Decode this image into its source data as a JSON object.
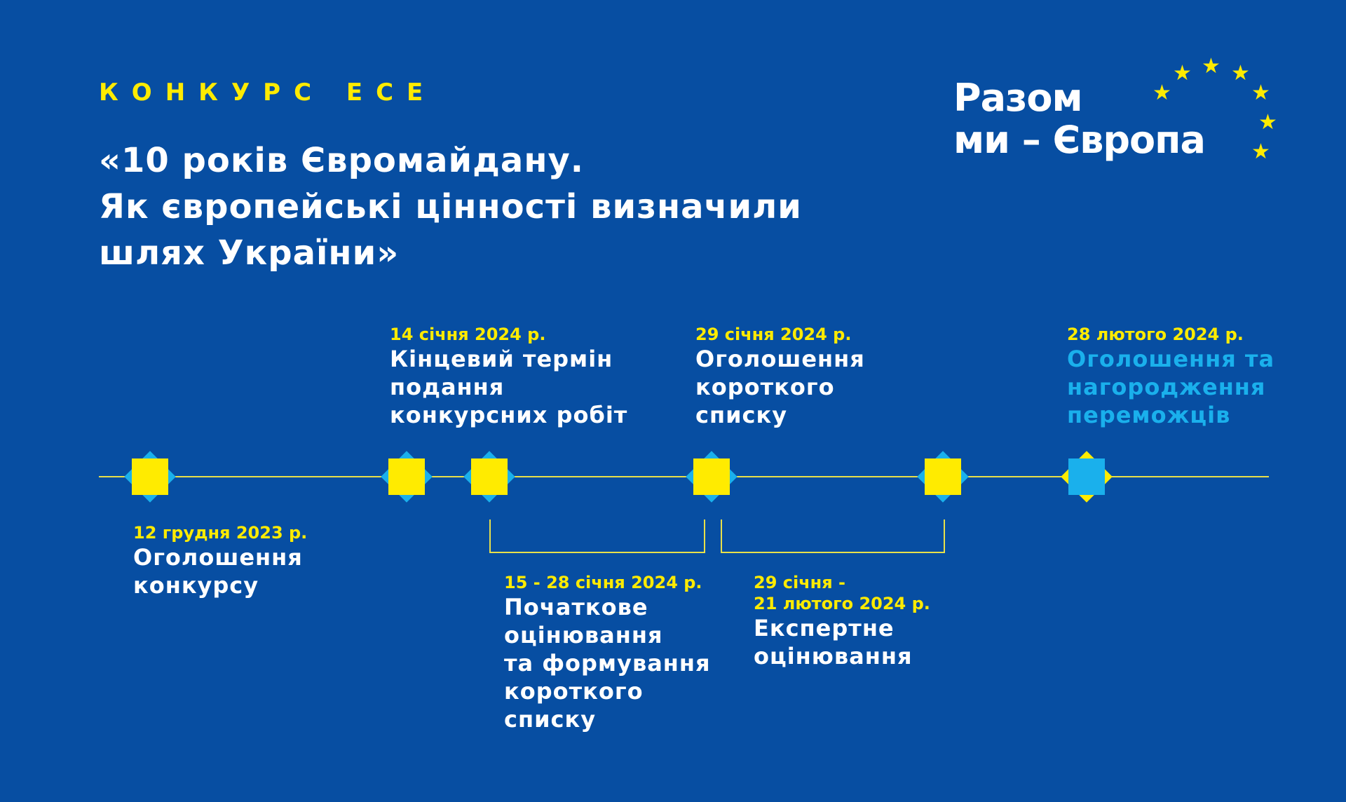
{
  "header": {
    "kicker": "КОНКУРС ЕСЕ",
    "title_lines": [
      "«10 років Євромайдану.",
      "Як європейські цінності визначили",
      "шлях України»"
    ]
  },
  "logo": {
    "line1": "Разом",
    "line2": "ми – Європа"
  },
  "colors": {
    "background": "#074ea2",
    "yellow": "#ffeb00",
    "cyan": "#1ab0ec"
  },
  "timeline": {
    "events_top": [
      {
        "date": "14 січня 2024 р.",
        "label": "Кінцевий термін\nподання\nконкурсних робіт"
      },
      {
        "date": "29 січня 2024 р.",
        "label": "Оголошення\nкороткого\nсписку"
      },
      {
        "date": "28 лютого 2024 р.",
        "label": "Оголошення та\nнагородження\nпереможців"
      }
    ],
    "events_bottom": [
      {
        "date": "12 грудня 2023 р.",
        "label": "Оголошення\nконкурсу"
      },
      {
        "date": "15 - 28 січня 2024 р.",
        "label": "Початкове\nоцінювання\nта формування\nкороткого\nсписку"
      },
      {
        "date": "29 січня -\n21 лютого 2024 р.",
        "label": "Експертне\nоцінювання"
      }
    ]
  }
}
